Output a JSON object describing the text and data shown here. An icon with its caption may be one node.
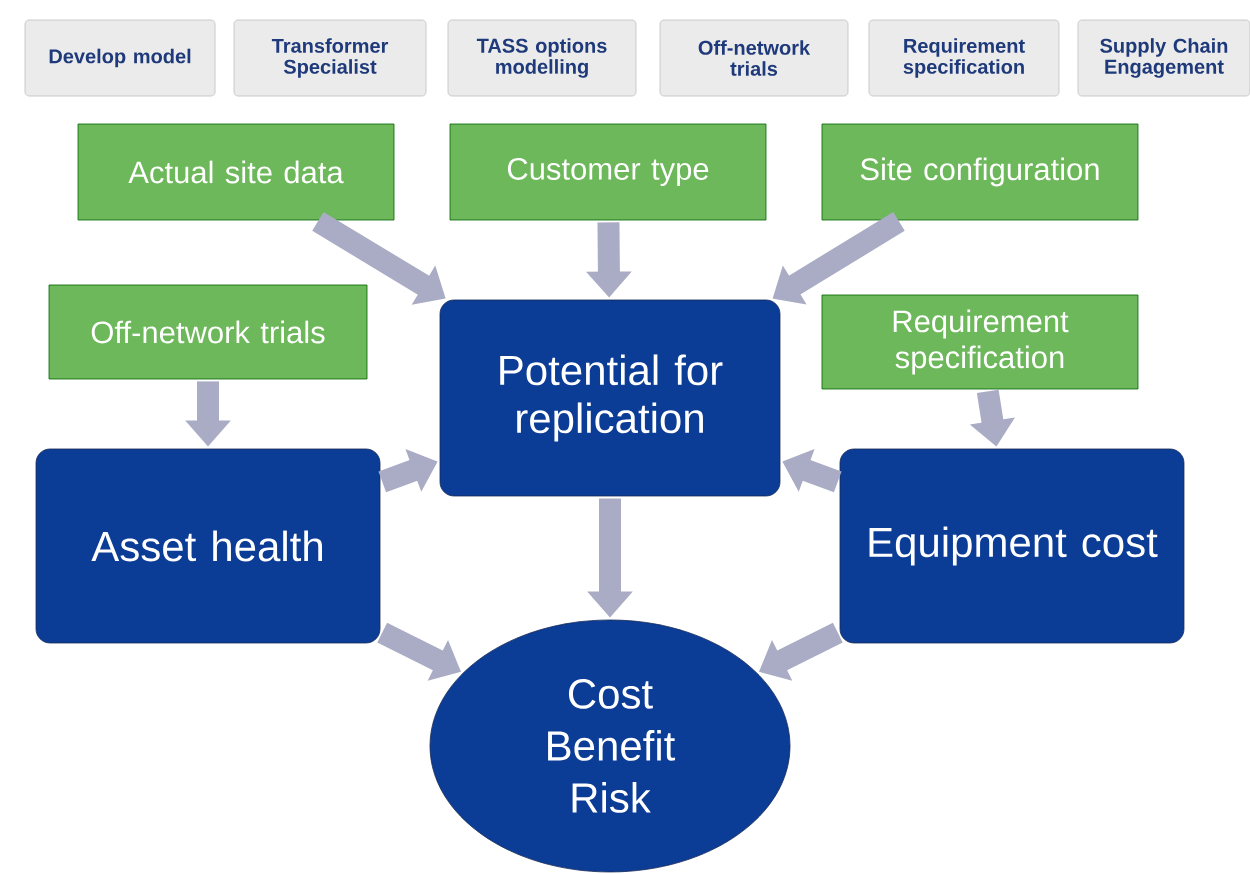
{
  "diagram": {
    "nodes": [
      {
        "text": [
          "Develop model"
        ]
      },
      {
        "text": [
          "Transformer Specialist"
        ]
      },
      {
        "text": [
          "TASS options modelling"
        ]
      },
      {
        "text": [
          "Off-network trials"
        ]
      },
      {
        "text": [
          "Requirement specification"
        ]
      },
      {
        "text": [
          "Supply Chain Engagement"
        ]
      },
      {
        "text": [
          "Actual site data"
        ]
      },
      {
        "text": [
          "Customer type"
        ]
      },
      {
        "text": [
          "Site configuration"
        ]
      },
      {
        "text": [
          "Off-network trials"
        ]
      },
      {
        "text": [
          "Potential for replication"
        ]
      },
      {
        "text": [
          "Requirement specification"
        ]
      },
      {
        "text": [
          "Asset health"
        ]
      },
      {
        "text": [
          "Equipment cost"
        ]
      },
      {
        "text": [
          "Cost Benefit Risk"
        ]
      }
    ],
    "edges": [
      {
        "from": 6,
        "to": 10,
        "arrow": "to"
      },
      {
        "from": 7,
        "to": 10,
        "arrow": "to"
      },
      {
        "from": 8,
        "to": 10,
        "arrow": "to"
      },
      {
        "from": 9,
        "to": 12,
        "arrow": "to"
      },
      {
        "from": 11,
        "to": 13,
        "arrow": "to"
      },
      {
        "from": 12,
        "to": 10,
        "arrow": "to"
      },
      {
        "from": 13,
        "to": 10,
        "arrow": "to"
      },
      {
        "from": 10,
        "to": 14,
        "arrow": "to"
      },
      {
        "from": 12,
        "to": 14,
        "arrow": "to"
      },
      {
        "from": 13,
        "to": 14,
        "arrow": "to"
      }
    ]
  }
}
